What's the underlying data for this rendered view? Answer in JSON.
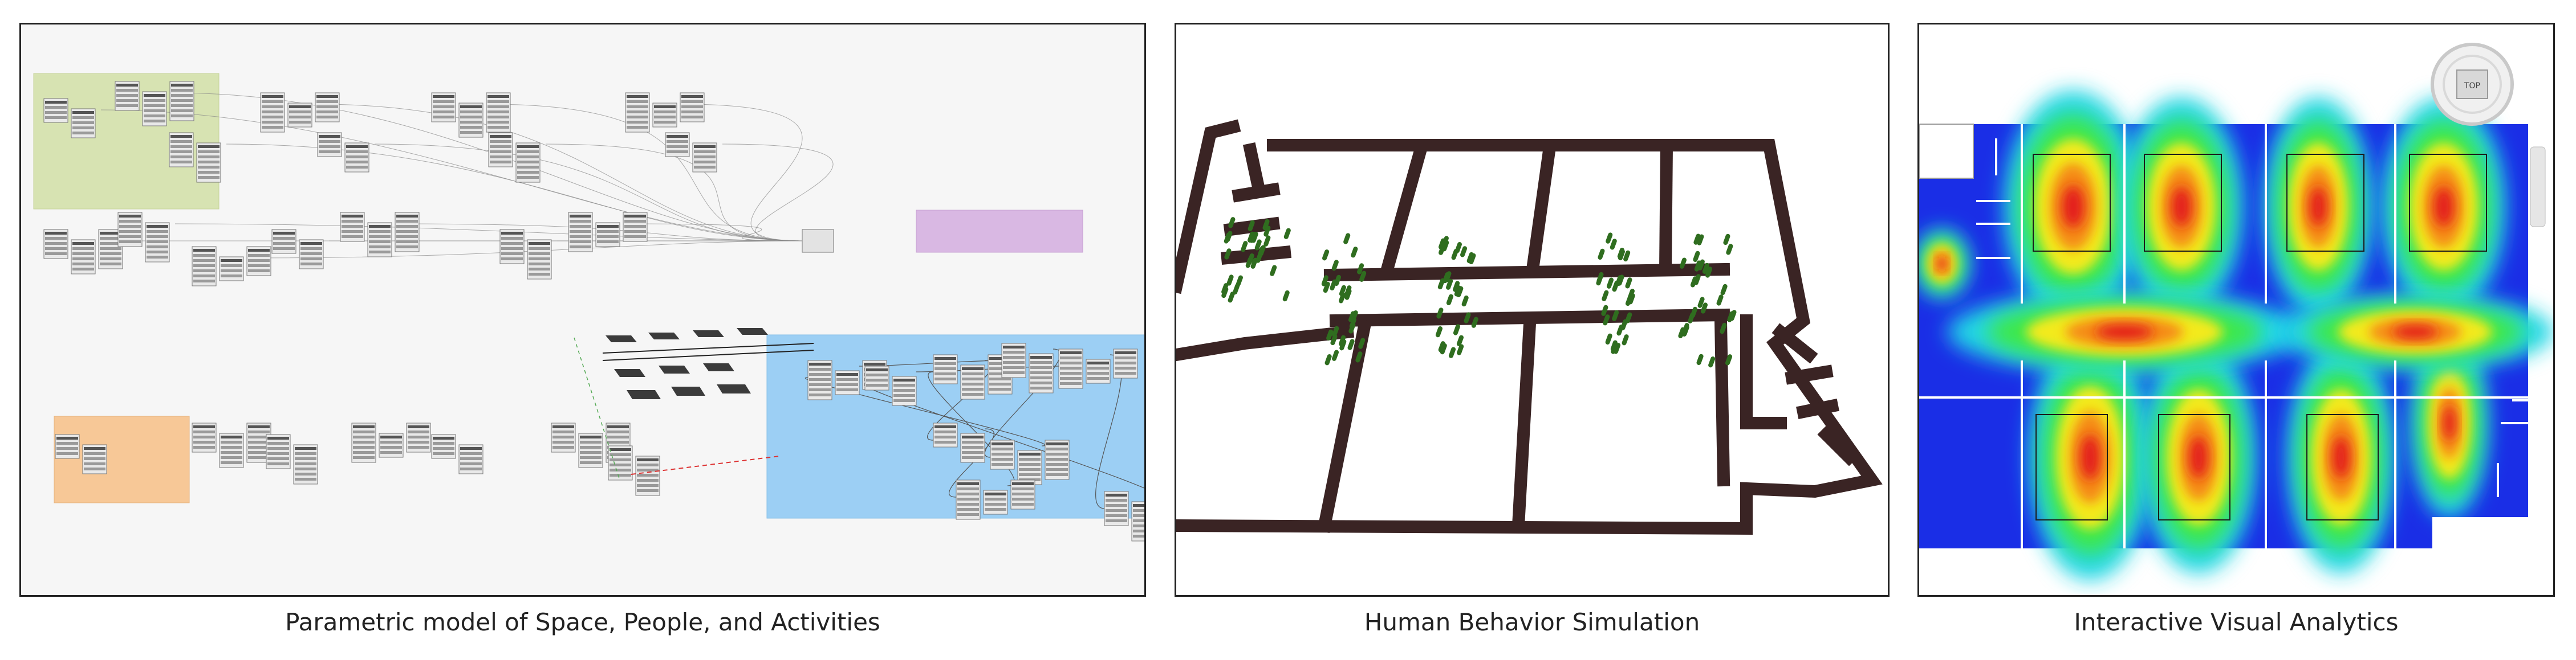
{
  "figure": {
    "panels": [
      {
        "id": "parametric",
        "caption": "Parametric model of Space, People, and Activities"
      },
      {
        "id": "simulation",
        "caption": "Human Behavior Simulation"
      },
      {
        "id": "analytics",
        "caption": "Interactive Visual Analytics",
        "viewcube_label": "TOP"
      }
    ]
  }
}
